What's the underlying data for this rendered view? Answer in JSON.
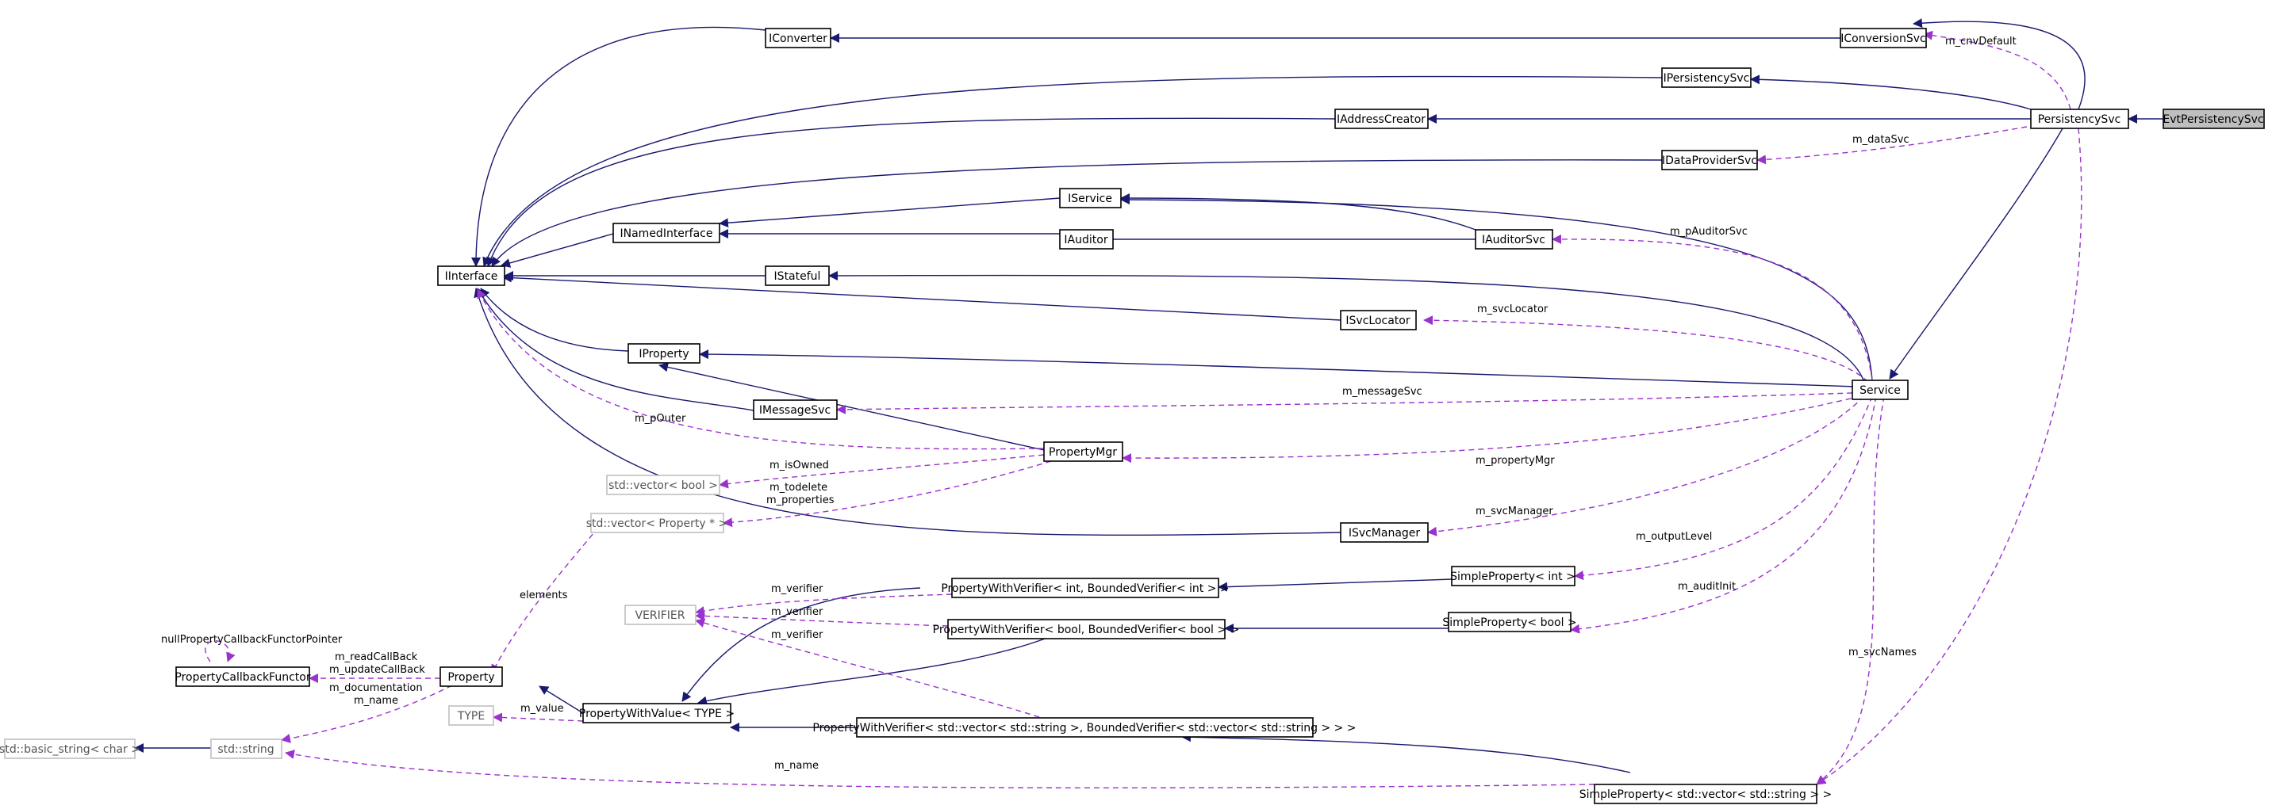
{
  "colors": {
    "inheritance": "#191970",
    "usage": "#9a32cd",
    "focus_fill": "#bfbfbf",
    "node_border": "#000000",
    "external_border": "#bfbfbf"
  },
  "nodes": {
    "EvtPersistencySvc": "EvtPersistencySvc",
    "PersistencySvc": "PersistencySvc",
    "IConversionSvc": "IConversionSvc",
    "IConverter": "IConverter",
    "IPersistencySvc": "IPersistencySvc",
    "IAddressCreator": "IAddressCreator",
    "IDataProviderSvc": "IDataProviderSvc",
    "IService": "IService",
    "INamedInterface": "INamedInterface",
    "IAuditor": "IAuditor",
    "IAuditorSvc": "IAuditorSvc",
    "IInterface": "IInterface",
    "IStateful": "IStateful",
    "ISvcLocator": "ISvcLocator",
    "IProperty": "IProperty",
    "Service": "Service",
    "IMessageSvc": "IMessageSvc",
    "PropertyMgr": "PropertyMgr",
    "vector_bool": "std::vector< bool >",
    "vector_property": "std::vector< Property * >",
    "ISvcManager": "ISvcManager",
    "SimpleProperty_int": "SimpleProperty< int >",
    "SimpleProperty_bool": "SimpleProperty< bool >",
    "PWV_int": "PropertyWithVerifier< int, BoundedVerifier< int > >",
    "PWV_bool": "PropertyWithVerifier< bool, BoundedVerifier< bool > >",
    "VERIFIER": "VERIFIER",
    "PropertyCallbackFunctor": "PropertyCallbackFunctor",
    "Property": "Property",
    "TYPE": "TYPE",
    "PropertyWithValue": "PropertyWithValue< TYPE >",
    "basic_string": "std::basic_string< char >",
    "std_string": "std::string",
    "PWV_vector": "PropertyWithVerifier< std::vector< std::string >, BoundedVerifier< std::vector< std::string > > >",
    "SimpleProperty_vector": "SimpleProperty< std::vector< std::string > >"
  },
  "edge_labels": {
    "m_cnvDefault": "m_cnvDefault",
    "m_dataSvc": "m_dataSvc",
    "m_pAuditorSvc": "m_pAuditorSvc",
    "m_svcLocator": "m_svcLocator",
    "m_messageSvc": "m_messageSvc",
    "m_pOuter": "m_pOuter",
    "m_propertyMgr": "m_propertyMgr",
    "m_isOwned": "m_isOwned",
    "m_todelete": "m_todelete",
    "m_properties": "m_properties",
    "m_svcManager": "m_svcManager",
    "m_outputLevel": "m_outputLevel",
    "m_auditInit": "m_auditInit",
    "elements": "elements",
    "m_verifier_1": "m_verifier",
    "m_verifier_2": "m_verifier",
    "m_verifier_3": "m_verifier",
    "nullPropertyCallbackFunctorPointer": "nullPropertyCallbackFunctorPointer",
    "m_readCallBack": "m_readCallBack",
    "m_updateCallBack": "m_updateCallBack",
    "m_documentation": "m_documentation",
    "m_name_1": "m_name",
    "m_value": "m_value",
    "m_svcNames": "m_svcNames",
    "m_name_2": "m_name"
  }
}
